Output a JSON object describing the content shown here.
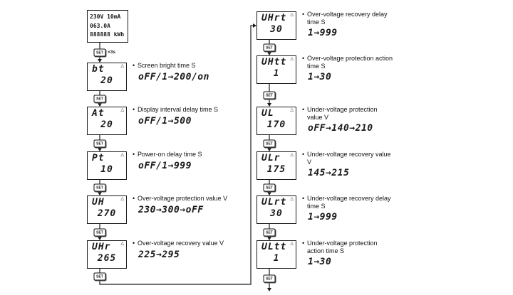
{
  "bullet": "•",
  "meter_display": {
    "lines": [
      "230V 10mA",
      "063.0A",
      "888888 kWh"
    ]
  },
  "set_button": {
    "label": "SET",
    "hold_hint": "×3s"
  },
  "left_steps": [
    {
      "code": "bt",
      "value": "20",
      "title": "Screen bright time S",
      "range": "oFF/1→200/on"
    },
    {
      "code": "At",
      "value": "20",
      "title": "Display interval delay time S",
      "range": "oFF/1→500"
    },
    {
      "code": "Pt",
      "value": "10",
      "title": "Power-on delay time S",
      "range": "oFF/1→999"
    },
    {
      "code": "UH",
      "value": "270",
      "title": "Over-voltage protection value V",
      "range": "230→300→oFF"
    },
    {
      "code": "UHr",
      "value": "265",
      "title": "Over-voltage recovery value V",
      "range": "225→295"
    }
  ],
  "right_steps": [
    {
      "code": "UHrt",
      "value": "30",
      "title": "Over-voltage recovery delay time S",
      "range": "1→999"
    },
    {
      "code": "UHtt",
      "value": "1",
      "title": "Over-voltage protection action time S",
      "range": "1→30"
    },
    {
      "code": "UL",
      "value": "170",
      "title": "Under-voltage protection value V",
      "range": "oFF→140→210"
    },
    {
      "code": "ULr",
      "value": "175",
      "title": "Under-voltage recovery value V",
      "range": "145→215"
    },
    {
      "code": "ULrt",
      "value": "30",
      "title": "Under-voltage recovery delay time S",
      "range": "1→999"
    },
    {
      "code": "ULtt",
      "value": "1",
      "title": "Under-voltage protection action time S",
      "range": "1→30"
    }
  ]
}
